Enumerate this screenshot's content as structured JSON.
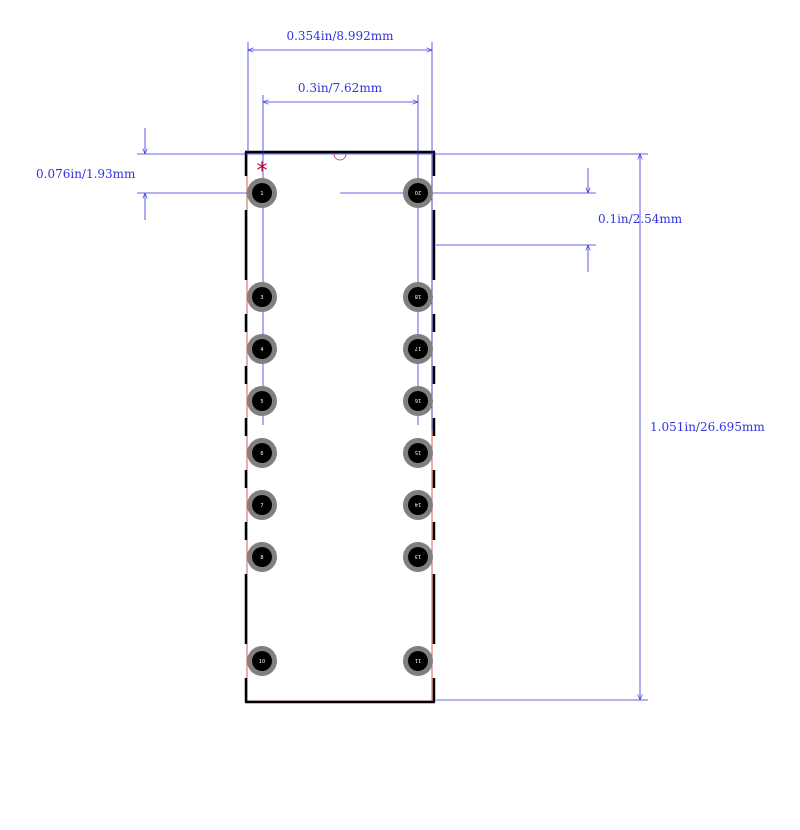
{
  "dimensions": {
    "overall_width": "0.354in/8.992mm",
    "row_spacing": "0.3in/7.62mm",
    "top_offset": "0.076in/1.93mm",
    "pin_pitch": "0.1in/2.54mm",
    "overall_length": "1.051in/26.695mm"
  },
  "pin1_marker": "*",
  "pins_left": [
    {
      "pos": 1,
      "label": "1"
    },
    {
      "pos": 3,
      "label": "3"
    },
    {
      "pos": 4,
      "label": "4"
    },
    {
      "pos": 5,
      "label": "5"
    },
    {
      "pos": 6,
      "label": "6"
    },
    {
      "pos": 7,
      "label": "7"
    },
    {
      "pos": 8,
      "label": "8"
    },
    {
      "pos": 10,
      "label": "10"
    }
  ],
  "pins_right": [
    {
      "pos": 1,
      "label": "20"
    },
    {
      "pos": 3,
      "label": "18"
    },
    {
      "pos": 4,
      "label": "17"
    },
    {
      "pos": 5,
      "label": "16"
    },
    {
      "pos": 6,
      "label": "15"
    },
    {
      "pos": 7,
      "label": "14"
    },
    {
      "pos": 8,
      "label": "13"
    },
    {
      "pos": 10,
      "label": "11"
    }
  ],
  "colors": {
    "dimension": "#3333dd",
    "outline": "#000000",
    "courtyard": "#cc3333",
    "marker": "#cc0033",
    "pad_ring": "#808080",
    "pad_hole": "#000000"
  }
}
